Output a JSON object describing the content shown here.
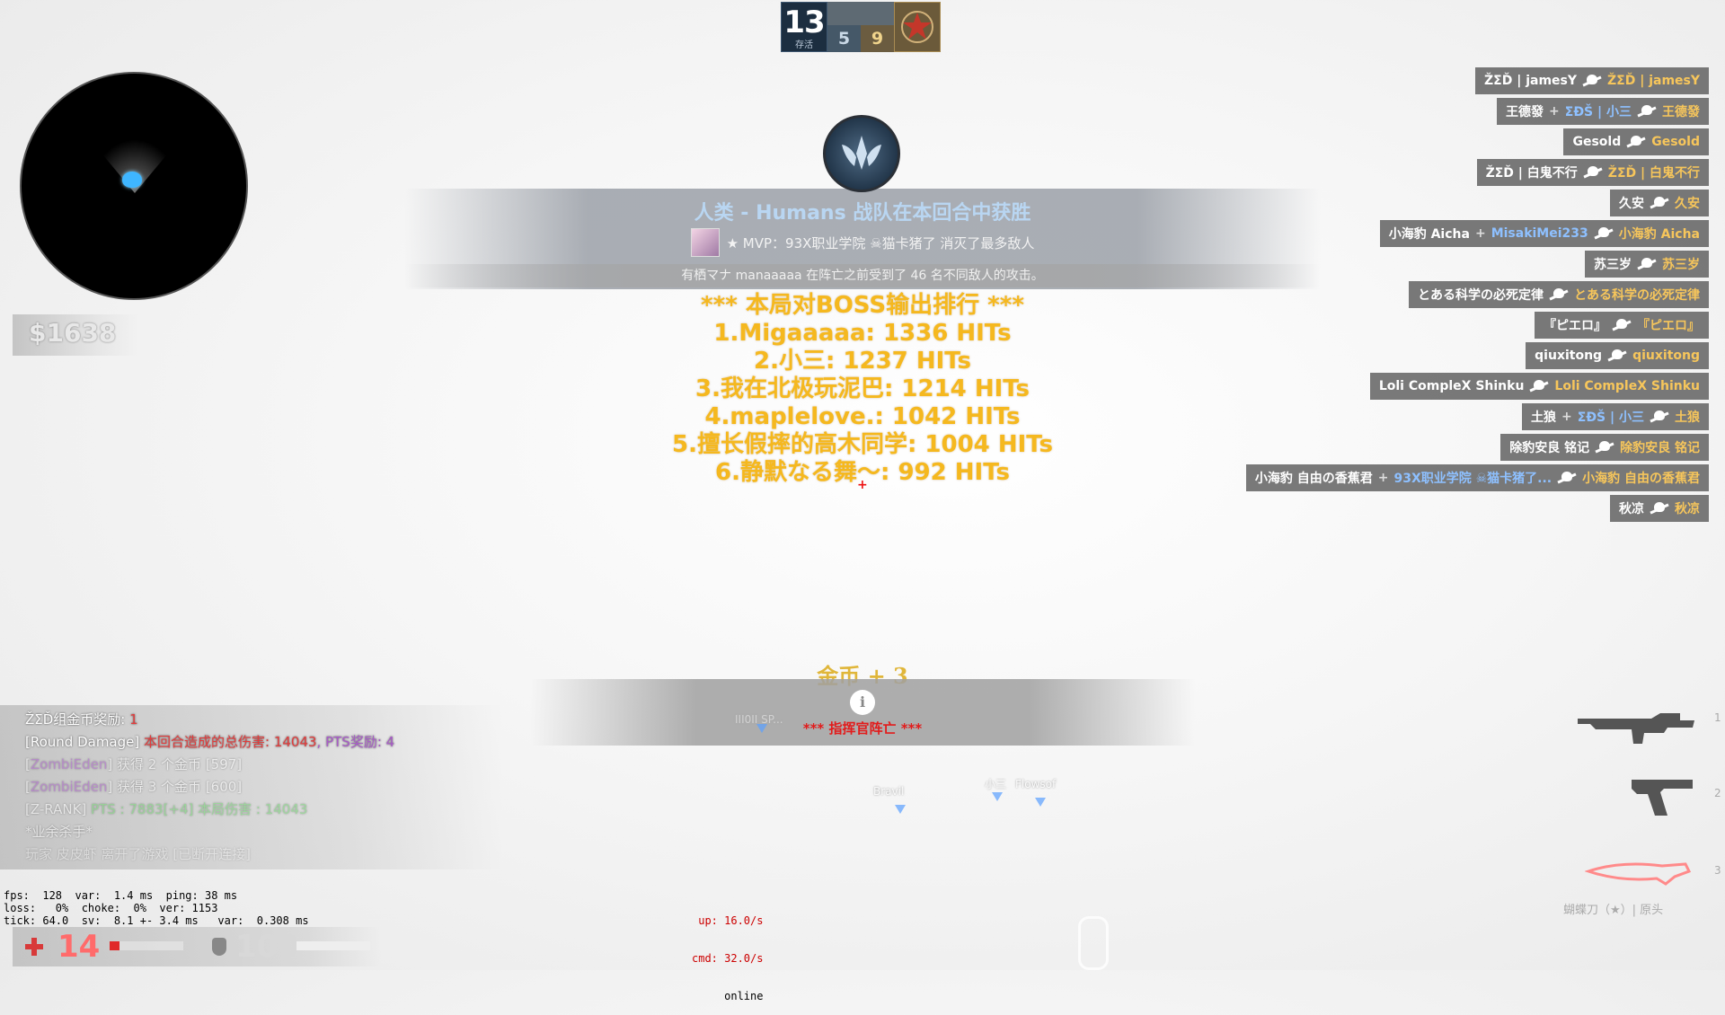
{
  "score": {
    "ct_count": "13",
    "ct_sub": "存活",
    "ct_score": "5",
    "t_score": "9"
  },
  "money": "$1638",
  "round_end": {
    "title": "人类 - Humans 战队在本回合中获胜",
    "mvp": "★ MVP：93X职业学院 ☠猫卡猪了 消灭了最多敌人",
    "damage_note": "有栖マナ manaaaaa 在阵亡之前受到了 46 名不同敌人的攻击。"
  },
  "boss_ranking": {
    "header": "*** 本局对BOSS输出排行 ***",
    "entries": [
      "1.Migaaaaa: 1336 HITs",
      "2.小三: 1237 HITs",
      "3.我在北极玩泥巴: 1214 HITs",
      "4.maplelove.: 1042 HITs",
      "5.擅长假摔的高木同学: 1004 HITs",
      "6.静默なる舞～: 992 HITs"
    ]
  },
  "killfeed": [
    {
      "killer": "ŽΣĎ | jamesY",
      "assist": "",
      "victim": "ŽΣĎ | jamesY"
    },
    {
      "killer": "王德發",
      "assist": "ΣĐŠ | 小三",
      "victim": "王德發"
    },
    {
      "killer": "Gesold",
      "assist": "",
      "victim": "Gesold"
    },
    {
      "killer": "ŽΣĎ | 白鬼不行",
      "assist": "",
      "victim": "ŽΣĎ | 白鬼不行"
    },
    {
      "killer": "久安",
      "assist": "",
      "victim": "久安"
    },
    {
      "killer": "小海豹 Aicha",
      "assist": "MisakiMei233",
      "victim": "小海豹 Aicha"
    },
    {
      "killer": "苏三岁",
      "assist": "",
      "victim": "苏三岁"
    },
    {
      "killer": "とある科学の必死定律",
      "assist": "",
      "victim": "とある科学の必死定律"
    },
    {
      "killer": "『ピエロ』",
      "assist": "",
      "victim": "『ピエロ』"
    },
    {
      "killer": "qiuxitong",
      "assist": "",
      "victim": "qiuxitong"
    },
    {
      "killer": "Loli CompleX Shinku",
      "assist": "",
      "victim": "Loli CompleX Shinku"
    },
    {
      "killer": "土狼",
      "assist": "ΣĐŠ | 小三",
      "victim": "土狼"
    },
    {
      "killer": "除豹安良 铭记",
      "assist": "",
      "victim": "除豹安良 铭记"
    },
    {
      "killer": "小海豹 自由の香蕉君",
      "assist": "93X职业学院 ☠猫卡猪了...",
      "victim": "小海豹 自由の香蕉君"
    },
    {
      "killer": "秋凉",
      "assist": "",
      "victim": "秋凉"
    }
  ],
  "center": {
    "coin_msg": "金币 + 3",
    "commander_msg": "*** 指挥官阵亡 ***",
    "hint_faded": "III0II SP..."
  },
  "floating_names": [
    "Bravil",
    "小三",
    "Flowsof"
  ],
  "chat": [
    {
      "prefix": "ŽΣĎ组金币奖励: ",
      "highlight": "1",
      "suffix": ""
    },
    {
      "prefix": "[Round Damage] ",
      "highlight": "本回合造成的总伤害: 14043",
      "suffix": ", PTS奖励: 4"
    },
    {
      "prefix": "[",
      "highlight": "ZombiEden",
      "suffix": "] 获得 2 个金币 [597]"
    },
    {
      "prefix": "[",
      "highlight": "ZombiEden",
      "suffix": "] 获得 3 个金币 [600]"
    },
    {
      "prefix": "[Z-RANK] ",
      "highlight": "PTS : 7883[+4] 本局伤害 : 14043",
      "suffix": ""
    },
    {
      "prefix": "*业余杀手* ",
      "highlight": "",
      "suffix": ""
    },
    {
      "prefix": "玩家 皮皮虾 离开了游戏 [已断开连接]",
      "highlight": "",
      "suffix": ""
    }
  ],
  "netgraph": {
    "left": "fps:  128  var:  1.4 ms  ping: 38 ms\nloss:   0%  choke:  0%  ver: 1153\ntick: 64.0  sv:  8.1 +- 3.4 ms   var:  0.308 ms",
    "up": "up: 16.0/s",
    "cmd": "cmd: 32.0/s",
    "status": "online"
  },
  "health": {
    "value": "14",
    "fraction": 0.14
  },
  "armor": {
    "value": "100",
    "fraction": 1.0
  },
  "weapons": {
    "slots": [
      "1",
      "2",
      "3"
    ],
    "current_name": "蝴蝶刀（★）| 原头"
  },
  "colors": {
    "gold": "#f5b81f",
    "ct_blue": "#b9d6f2",
    "red": "#e21b1b",
    "killfeed_victim": "#f7c65b"
  }
}
